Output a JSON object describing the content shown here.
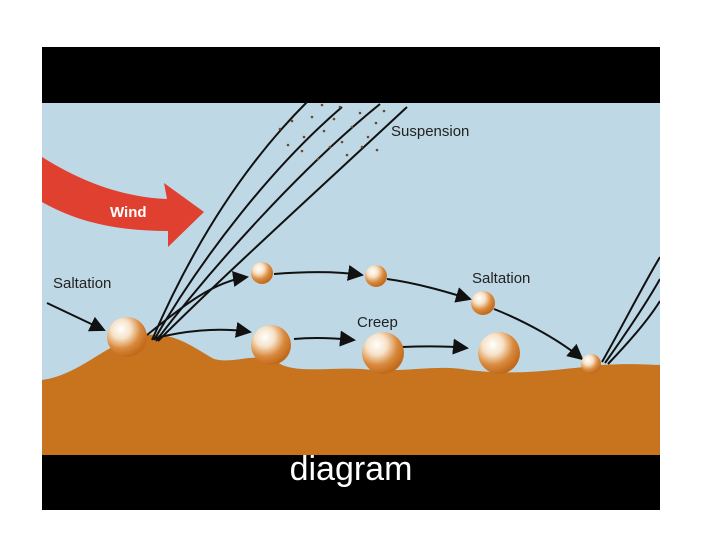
{
  "labels": {
    "wind": "Wind",
    "suspension": "Suspension",
    "saltation_left": "Saltation",
    "saltation_right": "Saltation",
    "creep": "Creep"
  },
  "caption": "diagram",
  "colors": {
    "sky": "#BFD8E6",
    "ground": "#C8731E",
    "grain": "#CF7C2A",
    "wind_arrow": "#E0402F",
    "frame": "#000000",
    "lines": "#111111"
  },
  "icons": {
    "wind_arrow": "wind-arrow-icon",
    "particles": "sand-grain-icon"
  }
}
